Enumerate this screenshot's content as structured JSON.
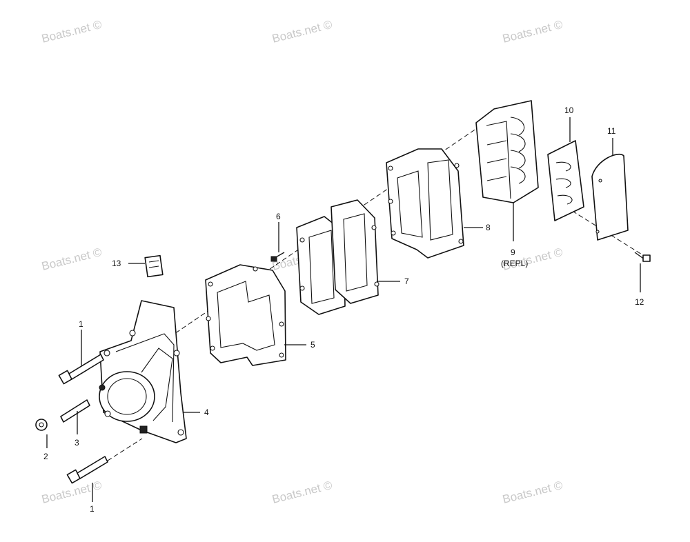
{
  "watermark": "Boats.net ©",
  "callouts": {
    "c1a": "1",
    "c1b": "1",
    "c2": "2",
    "c3": "3",
    "c4": "4",
    "c5": "5",
    "c6": "6",
    "c7": "7",
    "c8": "8",
    "c9": "9",
    "c9_note": "(REPL)",
    "c10": "10",
    "c11": "11",
    "c12": "12",
    "c13": "13"
  }
}
